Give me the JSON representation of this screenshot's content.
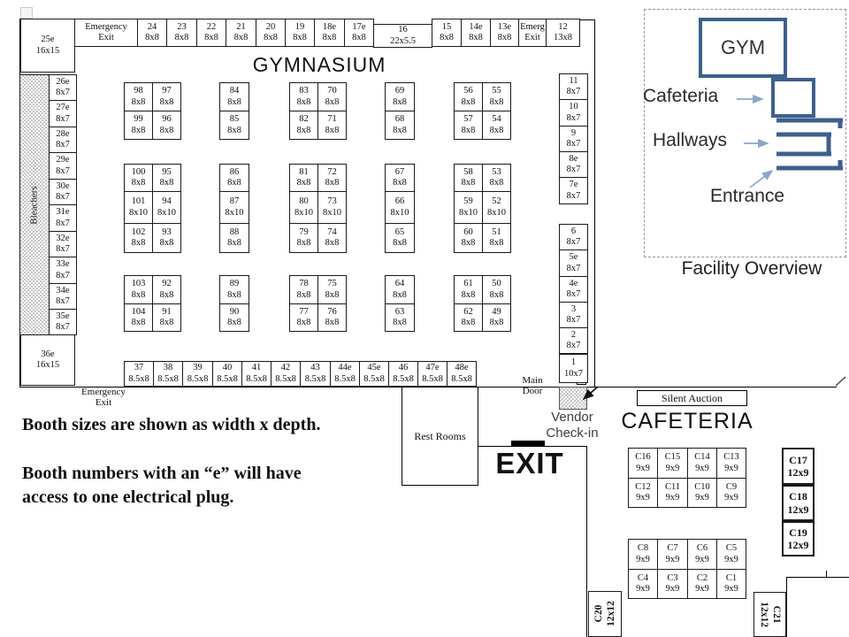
{
  "gym": {
    "title": "GYMNASIUM",
    "bleachers_label": "Bleachers",
    "emergency_exit_top": [
      "Emergency",
      "Exit"
    ],
    "emerg_exit_small": [
      "Emerg",
      "Exit"
    ],
    "emergency_exit_bottom": [
      "Emergency",
      "Exit"
    ],
    "main_door": [
      "Main",
      "Door"
    ],
    "corner_booth_top": {
      "id": "25e",
      "size": "16x15"
    },
    "corner_booth_bottom": {
      "id": "36e",
      "size": "16x15"
    },
    "booth_16": {
      "id": "16",
      "size": "22x5.5"
    },
    "booth_12": {
      "id": "12",
      "size": "13x8"
    },
    "booth_1": {
      "id": "1",
      "size": "10x7"
    },
    "top_row": [
      {
        "id": "24",
        "size": "8x8"
      },
      {
        "id": "23",
        "size": "8x8"
      },
      {
        "id": "22",
        "size": "8x8"
      },
      {
        "id": "21",
        "size": "8x8"
      },
      {
        "id": "20",
        "size": "8x8"
      },
      {
        "id": "19",
        "size": "8x8"
      },
      {
        "id": "18e",
        "size": "8x8"
      },
      {
        "id": "17e",
        "size": "8x8"
      }
    ],
    "top_row_right": [
      {
        "id": "15",
        "size": "8x8"
      },
      {
        "id": "14e",
        "size": "8x8"
      },
      {
        "id": "13e",
        "size": "8x8"
      }
    ],
    "left_column": [
      {
        "id": "26e",
        "size": "8x7"
      },
      {
        "id": "27e",
        "size": "8x7"
      },
      {
        "id": "28e",
        "size": "8x7"
      },
      {
        "id": "29e",
        "size": "8x7"
      },
      {
        "id": "30e",
        "size": "8x7"
      },
      {
        "id": "31e",
        "size": "8x7"
      },
      {
        "id": "32e",
        "size": "8x7"
      },
      {
        "id": "33e",
        "size": "8x7"
      },
      {
        "id": "34e",
        "size": "8x7"
      },
      {
        "id": "35e",
        "size": "8x7"
      }
    ],
    "right_column_upper": [
      {
        "id": "11",
        "size": "8x7"
      },
      {
        "id": "10",
        "size": "8x7"
      },
      {
        "id": "9",
        "size": "8x7"
      },
      {
        "id": "8e",
        "size": "8x7"
      },
      {
        "id": "7e",
        "size": "8x7"
      }
    ],
    "right_column_lower": [
      {
        "id": "6",
        "size": "8x7"
      },
      {
        "id": "5e",
        "size": "8x7"
      },
      {
        "id": "4e",
        "size": "8x7"
      },
      {
        "id": "3",
        "size": "8x7"
      },
      {
        "id": "2",
        "size": "8x7"
      }
    ],
    "bottom_row": [
      {
        "id": "37",
        "size": "8.5x8"
      },
      {
        "id": "38",
        "size": "8.5x8"
      },
      {
        "id": "39",
        "size": "8.5x8"
      },
      {
        "id": "40",
        "size": "8.5x8"
      },
      {
        "id": "41",
        "size": "8.5x8"
      },
      {
        "id": "42",
        "size": "8.5x8"
      },
      {
        "id": "43",
        "size": "8.5x8"
      },
      {
        "id": "44e",
        "size": "8.5x8"
      },
      {
        "id": "45e",
        "size": "8.5x8"
      },
      {
        "id": "46",
        "size": "8.5x8"
      },
      {
        "id": "47e",
        "size": "8.5x8"
      },
      {
        "id": "48e",
        "size": "8.5x8"
      }
    ],
    "band1": [
      {
        "cols": 2,
        "cells": [
          {
            "id": "98",
            "size": "8x8"
          },
          {
            "id": "97",
            "size": "8x8"
          },
          {
            "id": "99",
            "size": "8x8"
          },
          {
            "id": "96",
            "size": "8x8"
          }
        ]
      },
      {
        "cols": 1,
        "cells": [
          {
            "id": "84",
            "size": "8x8"
          },
          {
            "id": "85",
            "size": "8x8"
          }
        ]
      },
      {
        "cols": 2,
        "cells": [
          {
            "id": "83",
            "size": "8x8"
          },
          {
            "id": "70",
            "size": "8x8"
          },
          {
            "id": "82",
            "size": "8x8"
          },
          {
            "id": "71",
            "size": "8x8"
          }
        ]
      },
      {
        "cols": 1,
        "cells": [
          {
            "id": "69",
            "size": "8x8"
          },
          {
            "id": "68",
            "size": "8x8"
          }
        ]
      },
      {
        "cols": 2,
        "cells": [
          {
            "id": "56",
            "size": "8x8"
          },
          {
            "id": "55",
            "size": "8x8"
          },
          {
            "id": "57",
            "size": "8x8"
          },
          {
            "id": "54",
            "size": "8x8"
          }
        ]
      }
    ],
    "band2": [
      {
        "cols": 2,
        "cells": [
          {
            "id": "100",
            "size": "8x8"
          },
          {
            "id": "95",
            "size": "8x8"
          },
          {
            "id": "101",
            "size": "8x10"
          },
          {
            "id": "94",
            "size": "8x10"
          },
          {
            "id": "102",
            "size": "8x8"
          },
          {
            "id": "93",
            "size": "8x8"
          }
        ]
      },
      {
        "cols": 1,
        "cells": [
          {
            "id": "86",
            "size": "8x8"
          },
          {
            "id": "87",
            "size": "8x10"
          },
          {
            "id": "88",
            "size": "8x8"
          }
        ]
      },
      {
        "cols": 2,
        "cells": [
          {
            "id": "81",
            "size": "8x8"
          },
          {
            "id": "72",
            "size": "8x8"
          },
          {
            "id": "80",
            "size": "8x10"
          },
          {
            "id": "73",
            "size": "8x10"
          },
          {
            "id": "79",
            "size": "8x8"
          },
          {
            "id": "74",
            "size": "8x8"
          }
        ]
      },
      {
        "cols": 1,
        "cells": [
          {
            "id": "67",
            "size": "8x8"
          },
          {
            "id": "66",
            "size": "8x10"
          },
          {
            "id": "65",
            "size": "8x8"
          }
        ]
      },
      {
        "cols": 2,
        "cells": [
          {
            "id": "58",
            "size": "8x8"
          },
          {
            "id": "53",
            "size": "8x8"
          },
          {
            "id": "59",
            "size": "8x10"
          },
          {
            "id": "52",
            "size": "8x10"
          },
          {
            "id": "60",
            "size": "8x8"
          },
          {
            "id": "51",
            "size": "8x8"
          }
        ]
      }
    ],
    "band3": [
      {
        "cols": 2,
        "cells": [
          {
            "id": "103",
            "size": "8x8"
          },
          {
            "id": "92",
            "size": "8x8"
          },
          {
            "id": "104",
            "size": "8x8"
          },
          {
            "id": "91",
            "size": "8x8"
          }
        ]
      },
      {
        "cols": 1,
        "cells": [
          {
            "id": "89",
            "size": "8x8"
          },
          {
            "id": "90",
            "size": "8x8"
          }
        ]
      },
      {
        "cols": 2,
        "cells": [
          {
            "id": "78",
            "size": "8x8"
          },
          {
            "id": "75",
            "size": "8x8"
          },
          {
            "id": "77",
            "size": "8x8"
          },
          {
            "id": "76",
            "size": "8x8"
          }
        ]
      },
      {
        "cols": 1,
        "cells": [
          {
            "id": "64",
            "size": "8x8"
          },
          {
            "id": "63",
            "size": "8x8"
          }
        ]
      },
      {
        "cols": 2,
        "cells": [
          {
            "id": "61",
            "size": "8x8"
          },
          {
            "id": "50",
            "size": "8x8"
          },
          {
            "id": "62",
            "size": "8x8"
          },
          {
            "id": "49",
            "size": "8x8"
          }
        ]
      }
    ]
  },
  "hall": {
    "rest_rooms": "Rest Rooms",
    "exit": "EXIT",
    "vendor_checkin": [
      "Vendor",
      "Check-in"
    ]
  },
  "cafeteria": {
    "title": "CAFETERIA",
    "silent_auction": "Silent Auction",
    "upper_block": [
      {
        "id": "C16",
        "size": "9x9"
      },
      {
        "id": "C15",
        "size": "9x9"
      },
      {
        "id": "C14",
        "size": "9x9"
      },
      {
        "id": "C13",
        "size": "9x9"
      },
      {
        "id": "C12",
        "size": "9x9"
      },
      {
        "id": "C11",
        "size": "9x9"
      },
      {
        "id": "C10",
        "size": "9x9"
      },
      {
        "id": "C9",
        "size": "9x9"
      }
    ],
    "lower_block": [
      {
        "id": "C8",
        "size": "9x9"
      },
      {
        "id": "C7",
        "size": "9x9"
      },
      {
        "id": "C6",
        "size": "9x9"
      },
      {
        "id": "C5",
        "size": "9x9"
      },
      {
        "id": "C4",
        "size": "9x9"
      },
      {
        "id": "C3",
        "size": "9x9"
      },
      {
        "id": "C2",
        "size": "9x9"
      },
      {
        "id": "C1",
        "size": "9x9"
      }
    ],
    "side_column": [
      {
        "id": "C17",
        "size": "12x9"
      },
      {
        "id": "C18",
        "size": "12x9"
      },
      {
        "id": "C19",
        "size": "12x9"
      }
    ],
    "c20": {
      "id": "C20",
      "size": "12x12"
    },
    "c21": {
      "id": "C21",
      "size": "12x12"
    }
  },
  "notes": {
    "line1": "Booth sizes are shown as width x depth.",
    "line2": "Booth numbers with an “e” will have",
    "line3": "access to one electrical plug."
  },
  "overview": {
    "caption": "Facility Overview",
    "gym_label": "GYM",
    "cafeteria_label": "Cafeteria",
    "hallways_label": "Hallways",
    "entrance_label": "Entrance",
    "accent_color": "#3d608c",
    "arrow_color": "#8ba6c9"
  }
}
